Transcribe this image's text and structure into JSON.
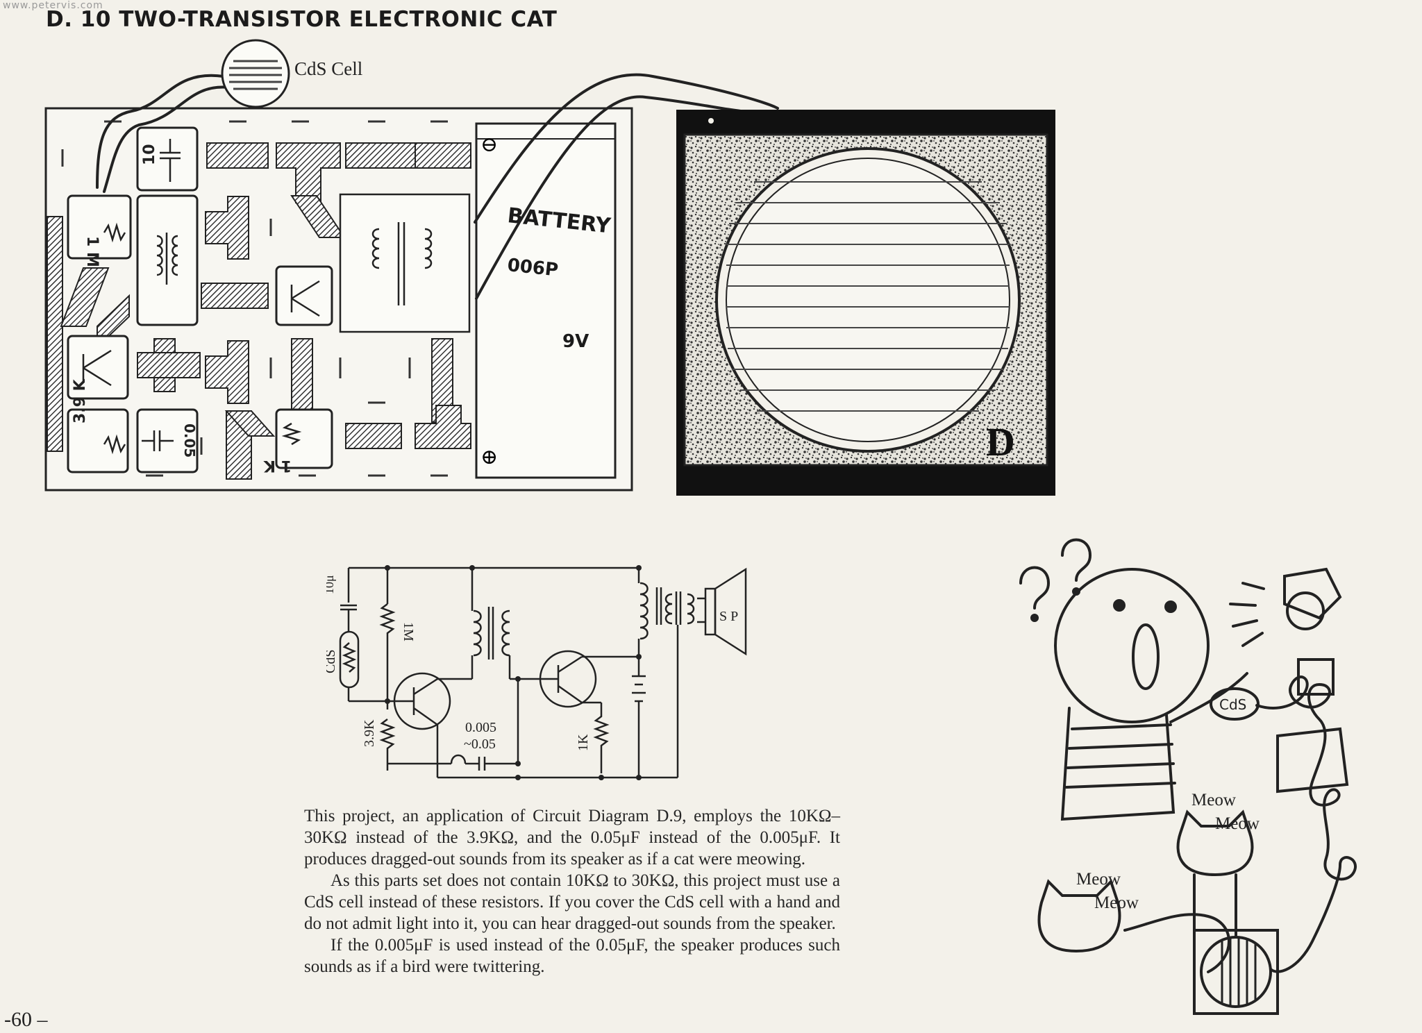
{
  "watermark": "www.petervis.com",
  "page_title": "D. 10   TWO-TRANSISTOR ELECTRONIC CAT",
  "layout_diagram": {
    "cds_label": "CdS Cell",
    "capacitor_10": "10",
    "resistor_1m": "1 M",
    "resistor_3_9k": "3.9 K",
    "capacitor_005": "0.05",
    "resistor_1k": "1 K",
    "battery_label": "BATTERY",
    "battery_type": "006P",
    "battery_voltage": "9V",
    "minus_symbol": "⊖",
    "plus_symbol": "⊕",
    "speaker_logo": "D"
  },
  "schematic": {
    "cap_value": "10μ",
    "cds": "CdS",
    "r_1m": "1M",
    "r_3_9k": "3.9K",
    "cap_range_a": "0.005",
    "cap_range_b": "~0.05",
    "r_1k": "1K",
    "speaker": "S P"
  },
  "cartoon": {
    "cds_badge": "CdS",
    "meow_a1": "Meow",
    "meow_a2": "Meow",
    "meow_b1": "Meow",
    "meow_b2": "Meow"
  },
  "body": {
    "p1": "This project, an application of Circuit Diagram D.9, employs the 10KΩ–30KΩ instead of the 3.9KΩ, and the 0.05μF instead of the 0.005μF. It produces dragged-out sounds from its speaker as if a cat were meowing.",
    "p2": "As this parts set does not contain 10KΩ to 30KΩ, this project must use a CdS cell instead of these resistors. If you cover the CdS cell with a hand and do not admit light into it, you can hear dragged-out sounds from the speaker.",
    "p3": "If the 0.005μF is used instead of the 0.05μF, the speaker produces such sounds as if a bird were twittering."
  },
  "page_number": "-60 –"
}
